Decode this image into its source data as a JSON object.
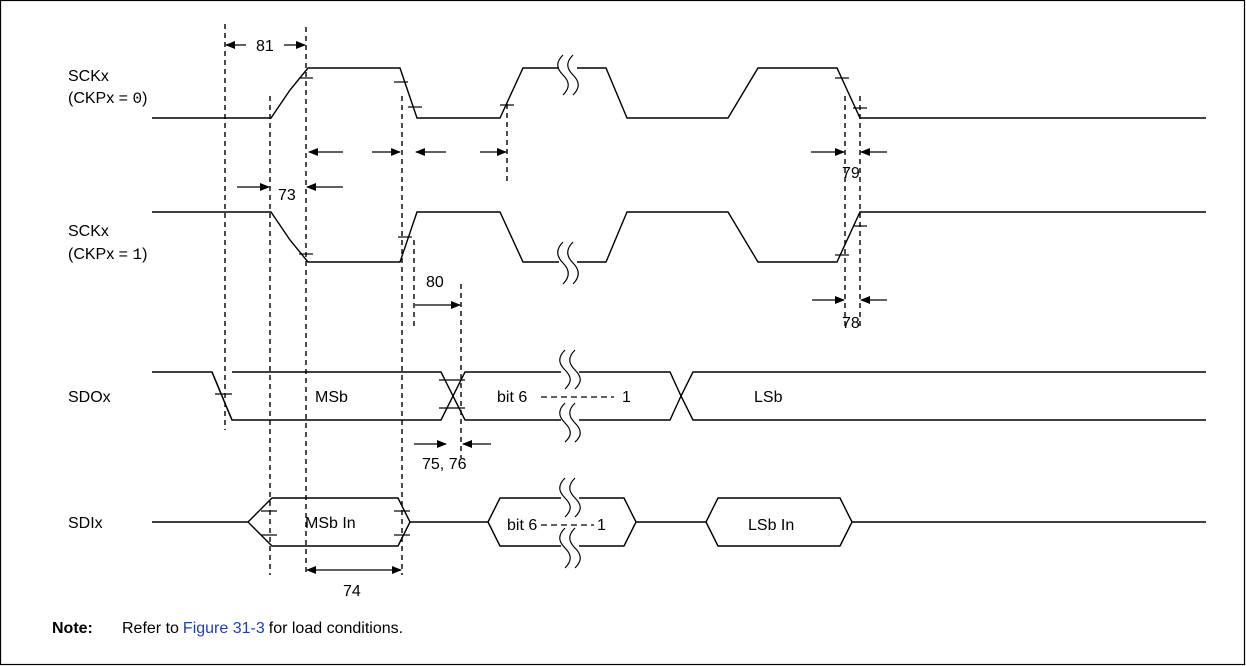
{
  "signals": {
    "sck0": {
      "name": "SCKx",
      "sub_prefix": "(CKPx = ",
      "sub_value": "0",
      "sub_suffix": ")"
    },
    "sck1": {
      "name": "SCKx",
      "sub_prefix": "(CKPx = ",
      "sub_value": "1",
      "sub_suffix": ")"
    },
    "sdo": {
      "name": "SDOx",
      "bits": {
        "msb": "MSb",
        "mid_left": "bit 6",
        "mid_right": "1",
        "lsb": "LSb"
      }
    },
    "sdi": {
      "name": "SDIx",
      "bits": {
        "msb": "MSb In",
        "mid_left": "bit 6",
        "mid_right": "1",
        "lsb": "LSb In"
      }
    }
  },
  "timing_params": {
    "p81": "81",
    "p73": "73",
    "p79": "79",
    "p80": "80",
    "p78": "78",
    "p75_76": "75, 76",
    "p74": "74"
  },
  "note": {
    "label": "Note:",
    "prefix": "Refer to",
    "link": "Figure 31-3",
    "suffix": "for load conditions.",
    "link_color": "#1f3fb7"
  }
}
